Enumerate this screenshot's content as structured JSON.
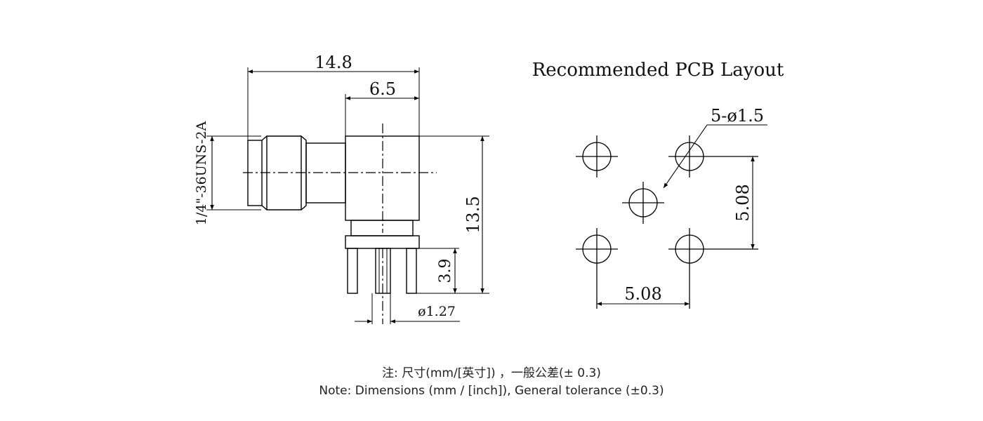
{
  "side_view": {
    "overall_length": "14.8",
    "body_width": "6.5",
    "thread_spec": "1/4\"-36UNS-2A",
    "height": "13.5",
    "pin_length": "3.9",
    "pin_diameter": "ø1.27"
  },
  "pcb_layout": {
    "title": "Recommended PCB Layout",
    "hole_callout": "5-ø1.5",
    "pitch_horizontal": "5.08",
    "pitch_vertical": "5.08"
  },
  "notes": {
    "chinese": "注: 尺寸(mm/[英寸]) ，一般公差(± 0.3)",
    "english": "Note: Dimensions (mm / [inch]), General tolerance (±0.3)"
  }
}
